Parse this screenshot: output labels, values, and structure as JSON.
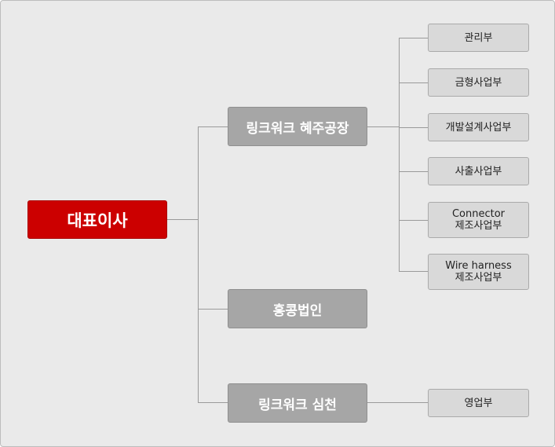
{
  "ceo": "대표이사",
  "divisions": [
    {
      "name": "링크워크 혜주공장",
      "departments": [
        "관리부",
        "금형사업부",
        "개발설계사업부",
        "사출사업부",
        [
          "Connector",
          "제조사업부"
        ],
        [
          "Wire harness",
          "제조사업부"
        ]
      ]
    },
    {
      "name": "홍콩법인"
    },
    {
      "name": "링크워크 심천",
      "departments": [
        "영업부"
      ]
    }
  ],
  "colors": {
    "ceo": "#cc0000",
    "division": "#a6a6a6",
    "department": "#d9d9d9",
    "background": "#eaeaea"
  }
}
